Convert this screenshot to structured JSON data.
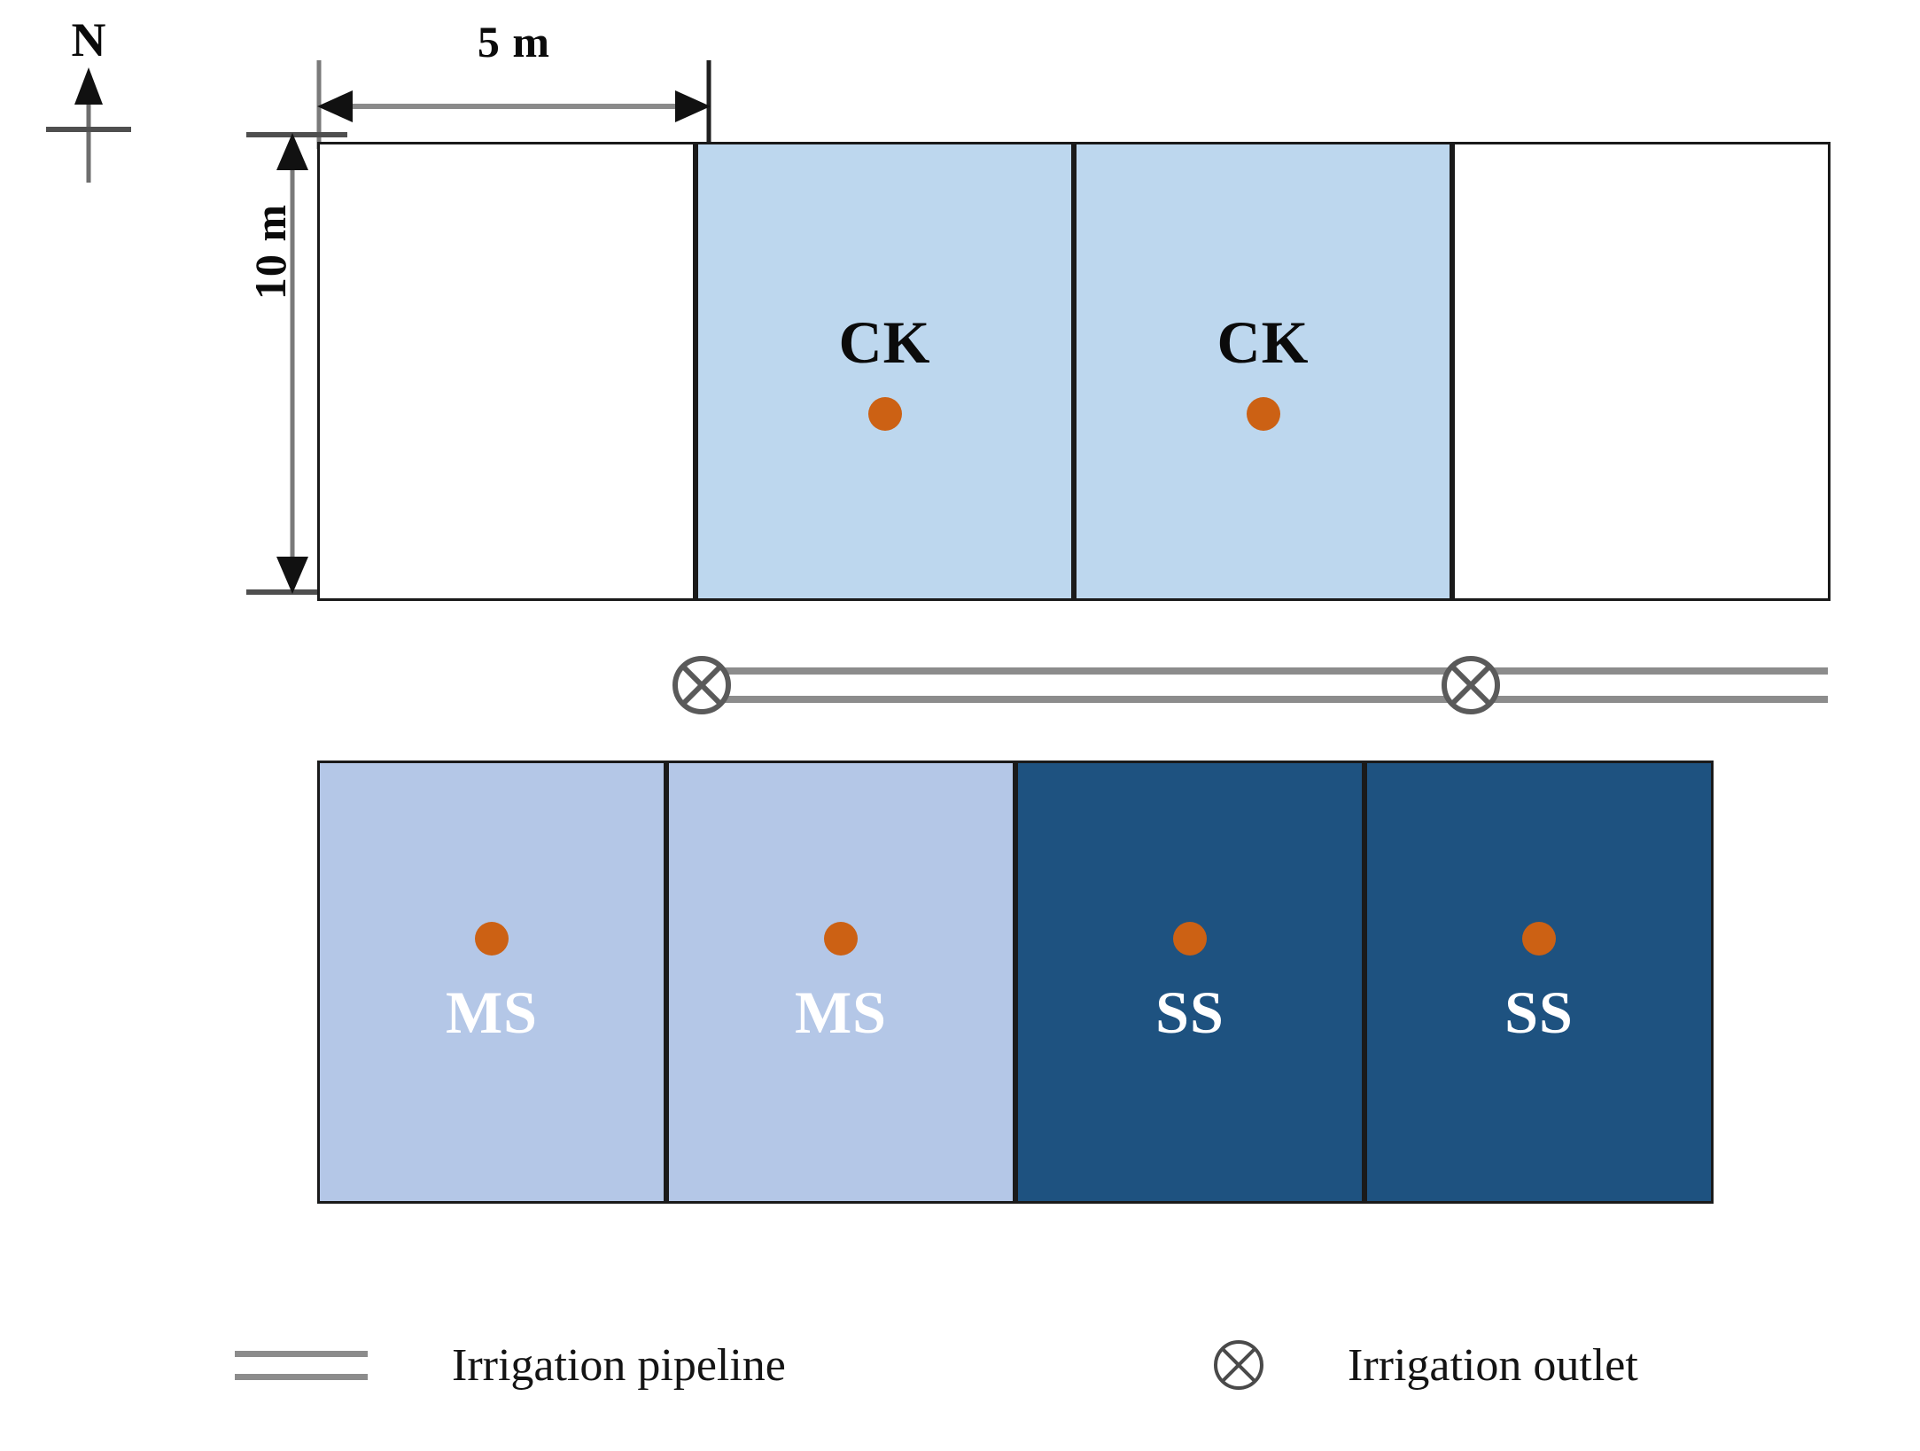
{
  "figure": {
    "type": "experimental-field-plot-layout",
    "orientation_marker": "N"
  },
  "dimensions": {
    "width_label": "5 m",
    "height_label": "10 m"
  },
  "colors": {
    "ck_fill": "#bdd7ee",
    "ms_fill": "#b4c7e7",
    "ss_fill": "#1e5280",
    "empty_fill": "#ffffff",
    "plot_border": "#1a1a1a",
    "sensor_dot": "#cc6114",
    "pipeline_line": "#8c8c8c",
    "label_dark": "#0b0b0b",
    "label_light": "#ffffff"
  },
  "top_row": {
    "cells": [
      {
        "label": "",
        "treatment": "empty",
        "fill": "#ffffff",
        "text_color": "#0b0b0b",
        "has_dot": false
      },
      {
        "label": "CK",
        "treatment": "control",
        "fill": "#bdd7ee",
        "text_color": "#0b0b0b",
        "has_dot": true
      },
      {
        "label": "CK",
        "treatment": "control",
        "fill": "#bdd7ee",
        "text_color": "#0b0b0b",
        "has_dot": true
      },
      {
        "label": "",
        "treatment": "empty",
        "fill": "#ffffff",
        "text_color": "#0b0b0b",
        "has_dot": false
      }
    ]
  },
  "bottom_row": {
    "cells": [
      {
        "label": "MS",
        "treatment": "mild-stress",
        "fill": "#b4c7e7",
        "text_color": "#ffffff",
        "has_dot": true
      },
      {
        "label": "MS",
        "treatment": "mild-stress",
        "fill": "#b4c7e7",
        "text_color": "#ffffff",
        "has_dot": true
      },
      {
        "label": "SS",
        "treatment": "severe-stress",
        "fill": "#1e5280",
        "text_color": "#ffffff",
        "has_dot": true
      },
      {
        "label": "SS",
        "treatment": "severe-stress",
        "fill": "#1e5280",
        "text_color": "#ffffff",
        "has_dot": true
      }
    ]
  },
  "pipeline": {
    "outlet_count": 2,
    "outlet_symbol": "circled-x"
  },
  "legend": {
    "items": [
      {
        "icon": "pipeline-icon",
        "label": "Irrigation pipeline"
      },
      {
        "icon": "irrigation-outlet-icon",
        "label": "Irrigation outlet"
      }
    ]
  }
}
